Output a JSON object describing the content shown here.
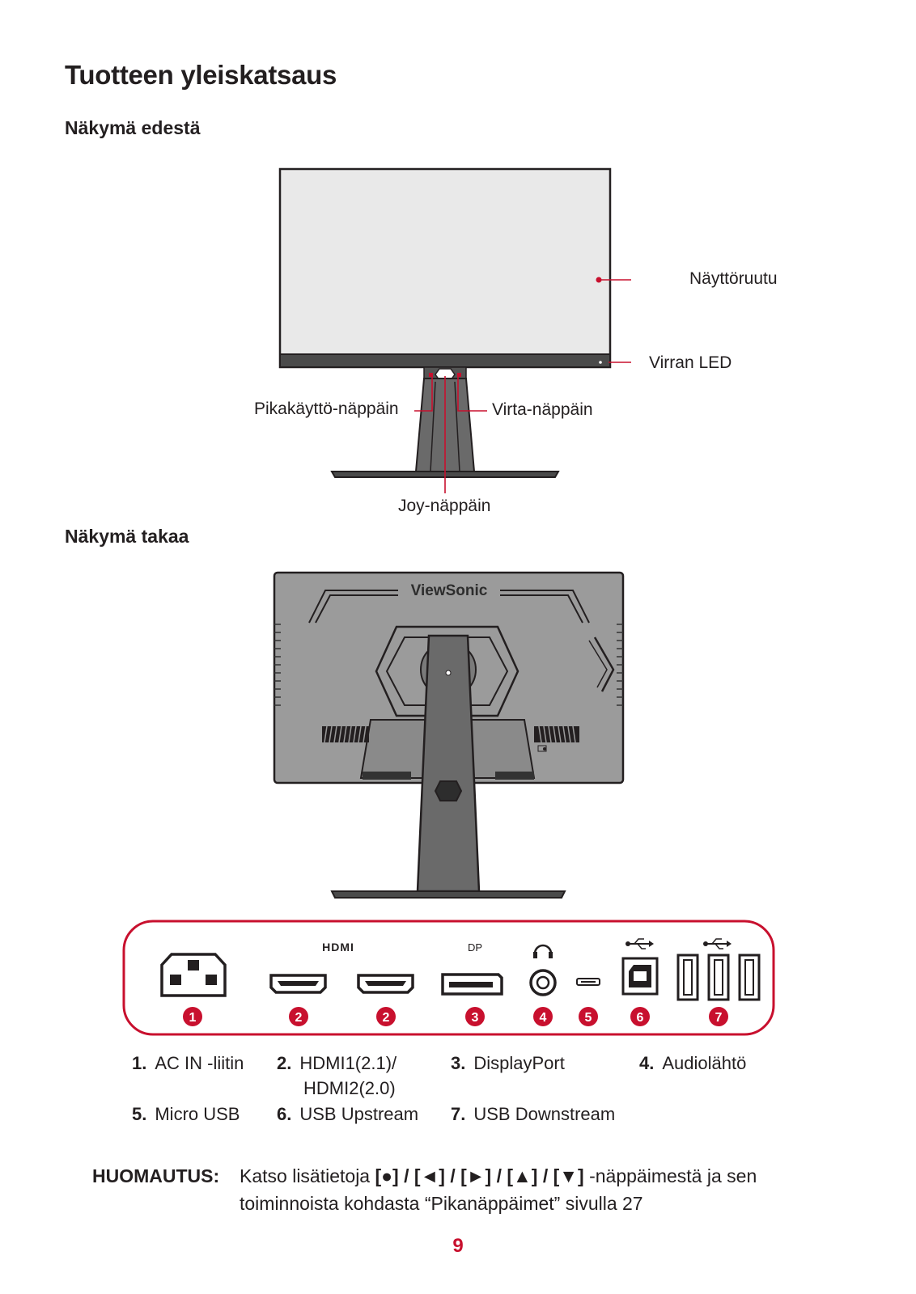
{
  "title": "Tuotteen yleiskatsaus",
  "front_view": {
    "heading": "Näkymä edestä",
    "callouts": {
      "screen": "Näyttöruutu",
      "power_led": "Virran LED",
      "quick_access_key": "Pikakäyttö-näppäin",
      "power_key": "Virta-näppäin",
      "joy_key": "Joy-näppäin"
    }
  },
  "rear_view": {
    "heading": "Näkymä takaa",
    "brand_logo": "ViewSonic"
  },
  "ports_panel": {
    "labels": {
      "hdmi": "HDMI",
      "dp": "DP"
    },
    "numbers": [
      "1",
      "2",
      "2",
      "3",
      "4",
      "5",
      "6",
      "7"
    ],
    "accent_color": "#c8102e"
  },
  "legend": [
    {
      "num": "1.",
      "text": "AC IN -liitin"
    },
    {
      "num": "2.",
      "text": "HDMI1(2.1)/",
      "text2": "HDMI2(2.0)"
    },
    {
      "num": "3.",
      "text": "DisplayPort"
    },
    {
      "num": "4.",
      "text": "Audiolähtö"
    },
    {
      "num": "5.",
      "text": "Micro USB"
    },
    {
      "num": "6.",
      "text": "USB Upstream"
    },
    {
      "num": "7.",
      "text": "USB Downstream"
    }
  ],
  "note": {
    "label": "HUOMAUTUS:",
    "text_before": "Katso lisätietoja ",
    "keys": "[●] / [◄] / [►] / [▲] / [▼]",
    "text_after": " -näppäimestä ja sen toiminnoista kohdasta “Pikanäppäimet” sivulla 27"
  },
  "page_number": "9"
}
